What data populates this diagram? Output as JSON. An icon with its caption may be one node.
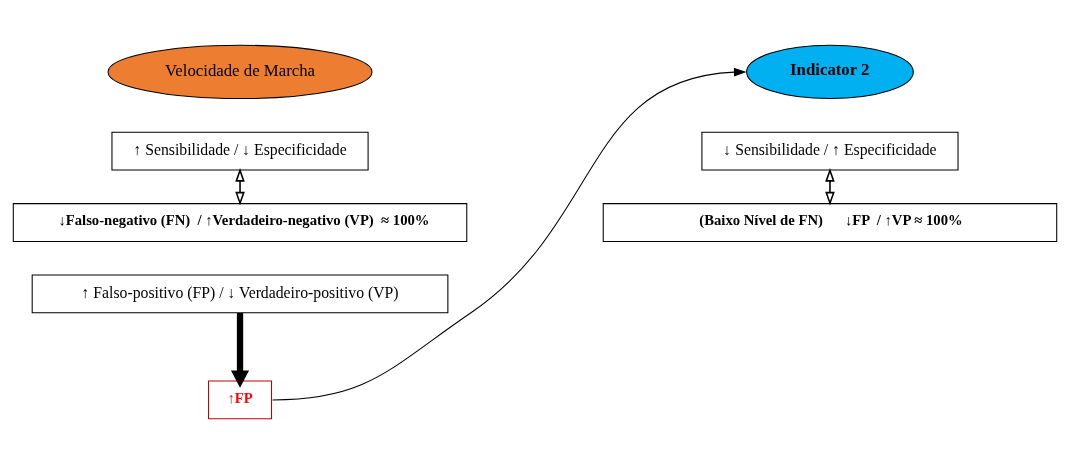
{
  "diagram": {
    "nodes": [
      {
        "text": [
          "Velocidade de Marcha"
        ]
      },
      {
        "text": [
          "↑ Sensibilidade / ↓ Especificidade"
        ]
      },
      {
        "text": [
          "↓Falso-negativo (FN)  / ↑Verdadeiro-negativo (VP)  ≈ 100%"
        ]
      },
      {
        "text": [
          "↑ Falso-positivo (FP) / ↓ Verdadeiro-positivo (VP)"
        ]
      },
      {
        "text": [
          "↑FP"
        ]
      },
      {
        "text": [
          "Indicator 2"
        ]
      },
      {
        "text": [
          "↓ Sensibilidade / ↑ Especificidade"
        ]
      },
      {
        "text": [
          "(Baixo Nível de FN)      ↓FP  / ↑VP ≈ 100%"
        ]
      }
    ],
    "edges": [
      {
        "from": 1,
        "to": 2,
        "arrow": "both"
      },
      {
        "from": 3,
        "to": 4,
        "arrow": "to",
        "style": "thick"
      },
      {
        "from": 4,
        "to": 5,
        "arrow": "to"
      },
      {
        "from": 6,
        "to": 7,
        "arrow": "both"
      }
    ]
  }
}
